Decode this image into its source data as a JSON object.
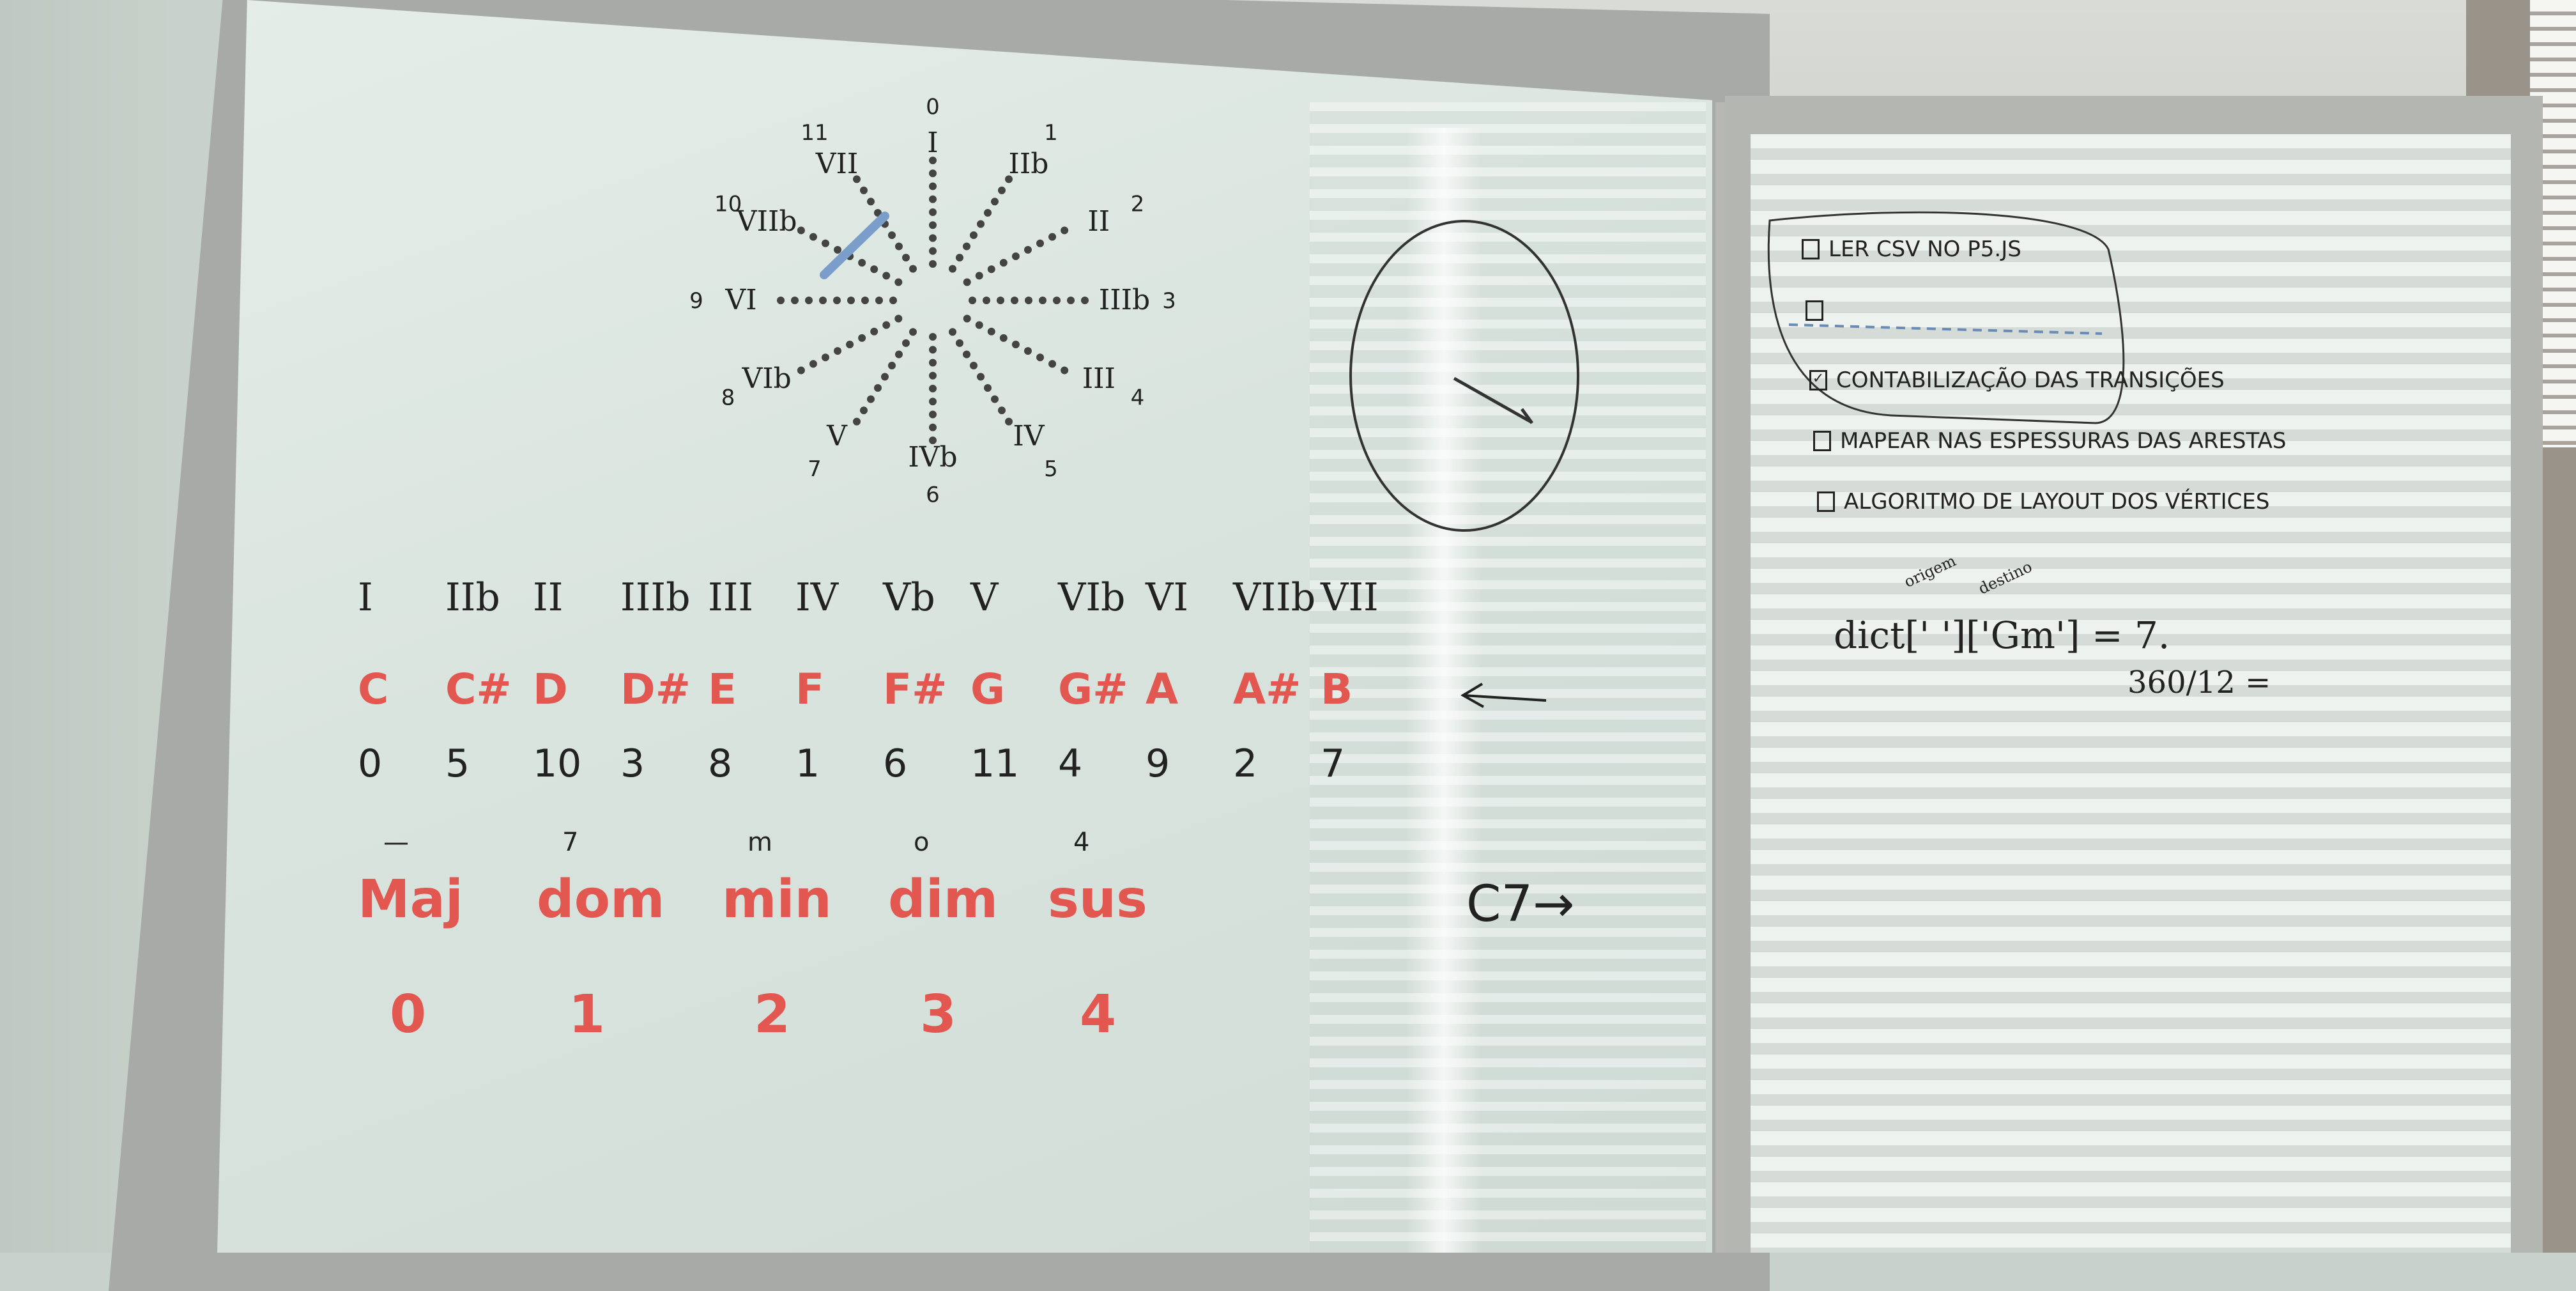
{
  "wheel": {
    "numerals": [
      "I",
      "IIb",
      "II",
      "IIIb",
      "III",
      "IV",
      "IVb",
      "V",
      "VIb",
      "VI",
      "VIIb",
      "VII"
    ],
    "numbers": [
      "0",
      "1",
      "2",
      "3",
      "4",
      "5",
      "6",
      "7",
      "8",
      "9",
      "10",
      "11"
    ]
  },
  "scale": {
    "degrees": [
      "I",
      "IIb",
      "II",
      "IIIb",
      "III",
      "IV",
      "Vb",
      "V",
      "VIb",
      "VI",
      "VIIb",
      "VII"
    ],
    "notes": [
      "C",
      "C#",
      "D",
      "D#",
      "E",
      "F",
      "F#",
      "G",
      "G#",
      "A",
      "A#",
      "B"
    ],
    "numbers": [
      "0",
      "5",
      "10",
      "3",
      "8",
      "1",
      "6",
      "11",
      "4",
      "9",
      "2",
      "7"
    ]
  },
  "chords": {
    "qualities": [
      "Maj",
      "dom",
      "min",
      "dim",
      "sus"
    ],
    "superscripts": [
      "—",
      "7",
      "m",
      "o",
      "4"
    ],
    "indices": [
      "0",
      "1",
      "2",
      "3",
      "4"
    ],
    "c7_note": "C7→"
  },
  "todo": {
    "items": [
      {
        "label": "LER CSV NO P5.JS",
        "checked": false
      },
      {
        "label": "",
        "checked": false
      },
      {
        "label": "CONTABILIZAÇÃO DAS TRANSIÇÕES",
        "checked": true
      },
      {
        "label": "MAPEAR NAS ESPESSURAS DAS ARESTAS",
        "checked": false
      },
      {
        "label": "ALGORITMO DE LAYOUT DOS VÉRTICES",
        "checked": false
      }
    ],
    "code_line": "dict['  ']['Gm'] = 7.",
    "code_annot_1": "origem",
    "code_annot_2": "destino",
    "calc": "360/12 ="
  },
  "colors": {
    "ink": "#222222",
    "red": "#e2574f",
    "board": "#dde6e1"
  }
}
